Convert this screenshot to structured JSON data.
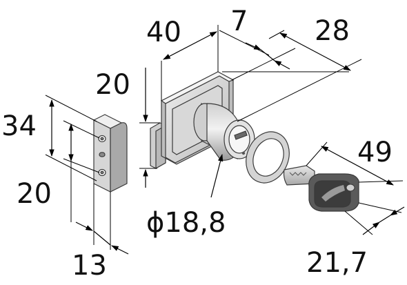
{
  "dimensions": {
    "width_lock": "40",
    "bolt_offset": "7",
    "cylinder_length": "28",
    "lock_height": "20",
    "strike_height": "34",
    "strike_hole_spacing": "20",
    "strike_width": "13",
    "cylinder_diameter": "ϕ18,8",
    "key_length": "49",
    "key_head_width": "21,7"
  },
  "colors": {
    "metal_light": "#e4e4e4",
    "metal_mid": "#c4c4c4",
    "metal_dark": "#8e8e8e",
    "key_body": "#4a4a4a",
    "line": "#000000"
  }
}
